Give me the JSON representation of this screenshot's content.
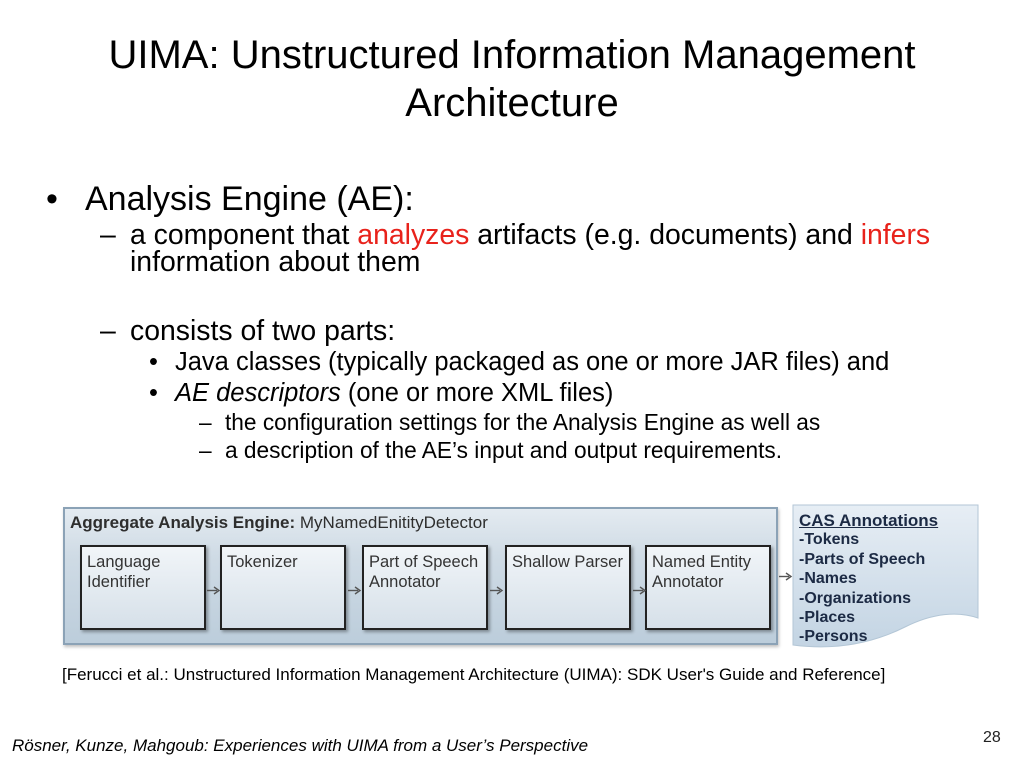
{
  "slide": {
    "title": "UIMA: Unstructured Information Management Architecture",
    "citation": "[Ferucci et al.: Unstructured Information Management Architecture (UIMA): SDK User's Guide and Reference]",
    "footer": "Rösner, Kunze, Mahgoub: Experiences with UIMA from a User’s Perspective",
    "page_number": "28"
  },
  "markers": {
    "level1": "•",
    "level2": "–",
    "level3": "•",
    "level4": "–"
  },
  "bullets": {
    "analysis_engine": "Analysis Engine (AE):",
    "definition": {
      "part1": "a component that ",
      "highlight1": "analyzes",
      "part2": " artifacts (e.g. documents) and ",
      "highlight2": "infers",
      "part3": " information about them"
    },
    "consists": "consists of two parts:",
    "java_classes": "Java classes (typically packaged as one or more JAR files) and",
    "descriptors": {
      "italic": "AE descriptors",
      "rest": " (one or more XML files)"
    },
    "config_settings": "the configuration settings for the Analysis Engine as well as",
    "io_description": "a description of the AE’s input and output requirements."
  },
  "diagram": {
    "aggregate_label": "Aggregate Analysis Engine:",
    "aggregate_name": "MyNamedEnitityDetector",
    "annotators": [
      "Language Identifier",
      "Tokenizer",
      "Part of Speech Annotator",
      "Shallow Parser",
      "Named Entity Annotator"
    ],
    "output": {
      "title": "CAS Annotations",
      "items": [
        "-Tokens",
        "-Parts of Speech",
        "-Names",
        "-Organizations",
        "-Places",
        "-Persons"
      ]
    }
  },
  "icons": {
    "flow_arrow": "arrow-right-icon",
    "output_shape": "document-icon"
  },
  "colors": {
    "highlight": "#e8221b",
    "frame": "#8ba2b6",
    "cas_text": "#1c2a44",
    "box_border": "#222222"
  }
}
